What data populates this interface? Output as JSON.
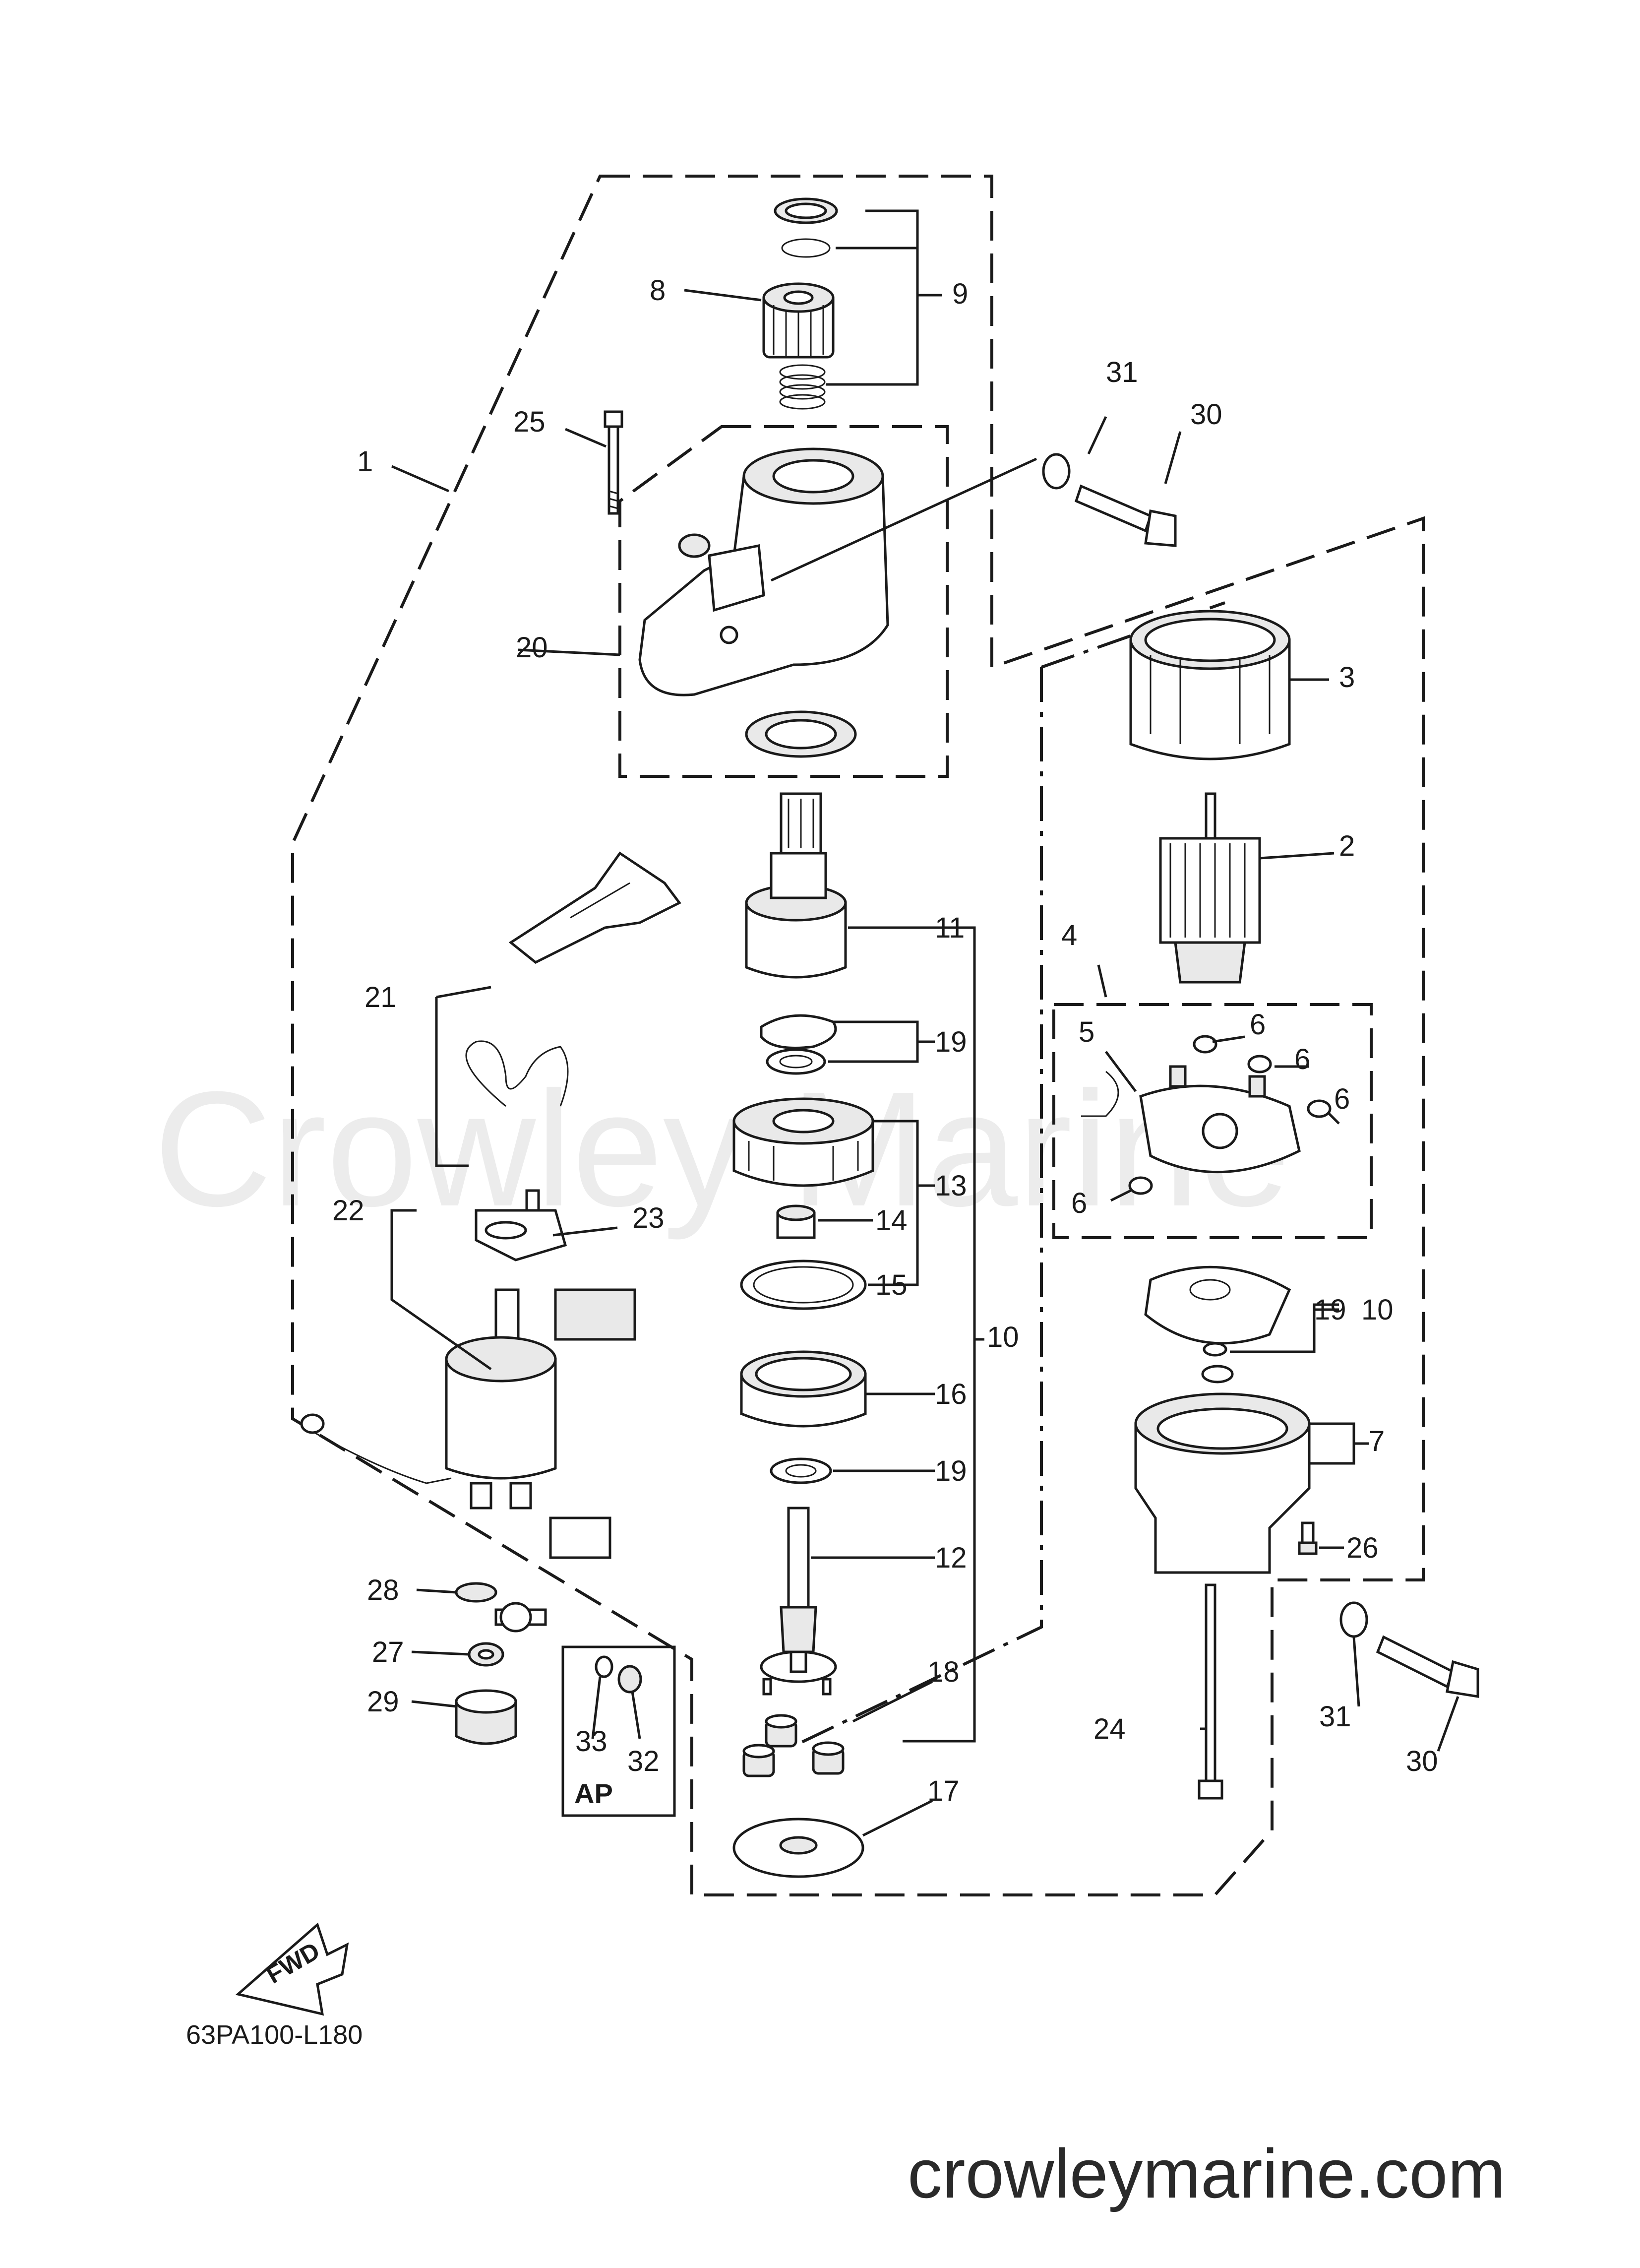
{
  "diagram": {
    "watermark": "Crowley Marine",
    "site": "crowleymarine.com",
    "code": "63PA100-L180",
    "fwd": "FWD",
    "ap": "AP",
    "callouts": {
      "c1": "1",
      "c2": "2",
      "c3": "3",
      "c4": "4",
      "c5": "5",
      "c6a": "6",
      "c6b": "6",
      "c6c": "6",
      "c6d": "6",
      "c7": "7",
      "c8": "8",
      "c9": "9",
      "c10a": "10",
      "c10b": "10",
      "c11": "11",
      "c12": "12",
      "c13": "13",
      "c14": "14",
      "c15": "15",
      "c16": "16",
      "c17": "17",
      "c18": "18",
      "c19a": "19",
      "c19b": "19",
      "c19c": "19",
      "c20": "20",
      "c21": "21",
      "c22": "22",
      "c23": "23",
      "c24": "24",
      "c25": "25",
      "c26": "26",
      "c27": "27",
      "c28": "28",
      "c29": "29",
      "c30a": "30",
      "c30b": "30",
      "c31a": "31",
      "c31b": "31",
      "c32": "32",
      "c33": "33"
    }
  }
}
